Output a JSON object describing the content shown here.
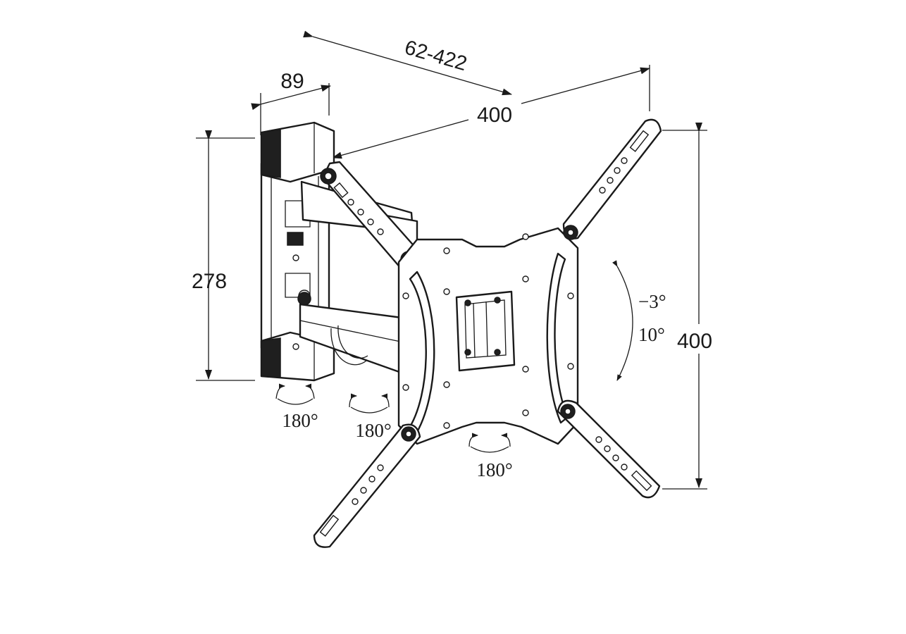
{
  "dimensions": {
    "arm_extension": "62-422",
    "wall_plate_depth": "89",
    "wall_plate_height": "278",
    "vesa_horizontal": "400",
    "vesa_vertical": "400"
  },
  "tilt": {
    "up": "−3°",
    "down": "10°"
  },
  "swivel": {
    "wall_joint": "180°",
    "arm_joint": "180°",
    "plate_rotation": "180°"
  },
  "colors": {
    "ink": "#1a1a1a",
    "paper": "#ffffff"
  }
}
